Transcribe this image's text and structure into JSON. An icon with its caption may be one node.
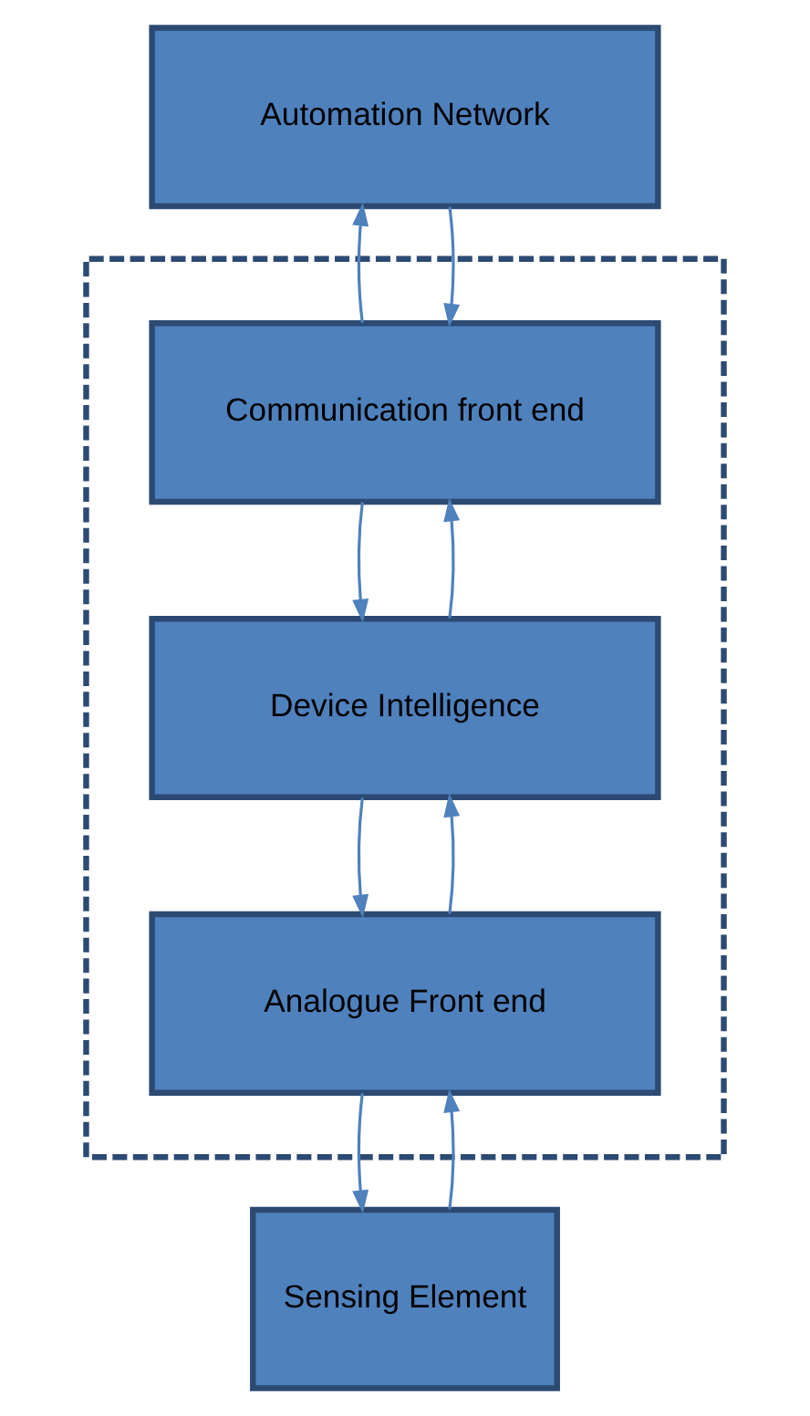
{
  "diagram": {
    "nodes": [
      {
        "text": [
          "Automation Network"
        ]
      },
      {
        "text": [],
        "shape": "box"
      },
      {
        "text": [
          "Communication front end"
        ],
        "in": 1
      },
      {
        "text": [
          "Device Intelligence"
        ],
        "in": 1
      },
      {
        "text": [
          "Analogue Front end"
        ],
        "in": 1
      },
      {
        "text": [
          "Sensing Element"
        ]
      }
    ],
    "edges": [
      {
        "from": 2,
        "to": 0,
        "arrow": "to"
      },
      {
        "from": 0,
        "to": 2,
        "arrow": "to"
      },
      {
        "from": 3,
        "to": 2,
        "arrow": "to"
      },
      {
        "from": 2,
        "to": 3,
        "arrow": "to"
      },
      {
        "from": 4,
        "to": 3,
        "arrow": "to"
      },
      {
        "from": 3,
        "to": 4,
        "arrow": "to"
      },
      {
        "from": 5,
        "to": 4,
        "arrow": "to"
      },
      {
        "from": 4,
        "to": 5,
        "arrow": "to"
      }
    ]
  }
}
